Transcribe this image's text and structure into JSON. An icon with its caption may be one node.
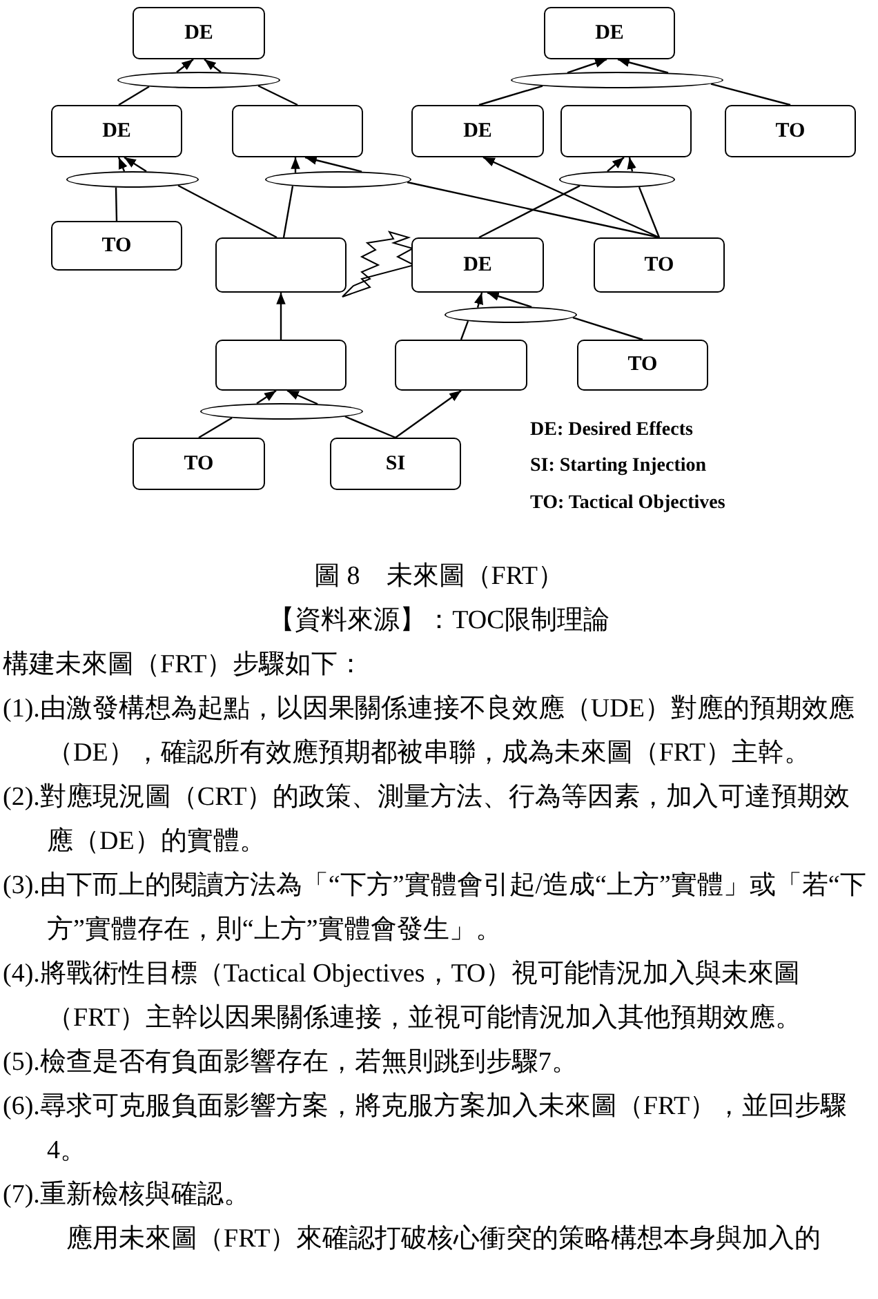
{
  "diagram": {
    "caption": "圖 8　未來圖（FRT）",
    "nodes": [
      {
        "text": [
          "DE"
        ]
      },
      {
        "text": [
          "DE"
        ]
      },
      {
        "text": [],
        "shape": "ellipse"
      },
      {
        "text": [],
        "shape": "ellipse"
      },
      {
        "text": [
          "DE"
        ]
      },
      {
        "text": [],
        "shape": "box"
      },
      {
        "text": [
          "DE"
        ]
      },
      {
        "text": [],
        "shape": "box"
      },
      {
        "text": [
          "TO"
        ]
      },
      {
        "text": [],
        "shape": "ellipse"
      },
      {
        "text": [],
        "shape": "ellipse"
      },
      {
        "text": [],
        "shape": "ellipse"
      },
      {
        "text": [
          "TO"
        ]
      },
      {
        "text": [],
        "shape": "box"
      },
      {
        "text": [
          "DE"
        ]
      },
      {
        "text": [
          "TO"
        ]
      },
      {
        "text": [],
        "shape": "ellipse"
      },
      {
        "text": [],
        "shape": "box"
      },
      {
        "text": [],
        "shape": "box"
      },
      {
        "text": [
          "TO"
        ]
      },
      {
        "text": [],
        "shape": "ellipse"
      },
      {
        "text": [
          "TO"
        ]
      },
      {
        "text": [
          "SI"
        ]
      }
    ],
    "edges": [
      {
        "from": 4,
        "to": 2,
        "arrow": "none"
      },
      {
        "from": 5,
        "to": 2,
        "arrow": "none"
      },
      {
        "from": 2,
        "to": 0,
        "arrow": "to"
      },
      {
        "from": 2,
        "to": 0,
        "arrow": "to"
      },
      {
        "from": 6,
        "to": 3,
        "arrow": "none"
      },
      {
        "from": 8,
        "to": 3,
        "arrow": "none"
      },
      {
        "from": 3,
        "to": 1,
        "arrow": "to"
      },
      {
        "from": 3,
        "to": 1,
        "arrow": "to"
      },
      {
        "from": 12,
        "to": 9,
        "arrow": "none"
      },
      {
        "from": 13,
        "to": 9,
        "arrow": "none"
      },
      {
        "from": 9,
        "to": 4,
        "arrow": "to"
      },
      {
        "from": 9,
        "to": 4,
        "arrow": "to"
      },
      {
        "from": 13,
        "to": 10,
        "arrow": "none"
      },
      {
        "from": 15,
        "to": 10,
        "arrow": "none"
      },
      {
        "from": 10,
        "to": 5,
        "arrow": "to"
      },
      {
        "from": 10,
        "to": 5,
        "arrow": "to"
      },
      {
        "from": 15,
        "to": 6,
        "arrow": "to"
      },
      {
        "from": 14,
        "to": 11,
        "arrow": "none"
      },
      {
        "from": 15,
        "to": 11,
        "arrow": "none"
      },
      {
        "from": 11,
        "to": 7,
        "arrow": "to"
      },
      {
        "from": 11,
        "to": 7,
        "arrow": "to"
      },
      {
        "from": 17,
        "to": 13,
        "arrow": "to"
      },
      {
        "from": 18,
        "to": 16,
        "arrow": "none"
      },
      {
        "from": 19,
        "to": 16,
        "arrow": "none"
      },
      {
        "from": 16,
        "to": 14,
        "arrow": "to"
      },
      {
        "from": 16,
        "to": 14,
        "arrow": "to"
      },
      {
        "from": 21,
        "to": 20,
        "arrow": "none"
      },
      {
        "from": 22,
        "to": 20,
        "arrow": "none"
      },
      {
        "from": 20,
        "to": 17,
        "arrow": "to"
      },
      {
        "from": 20,
        "to": 17,
        "arrow": "to"
      },
      {
        "from": 22,
        "to": 18,
        "arrow": "to"
      }
    ],
    "labels": [
      "DE: Desired Effects",
      "SI: Starting Injection",
      "TO: Tactical Objectives",
      "【資料來源】：TOC限制理論",
      "構建未來圖（FRT）步驟如下：",
      "(1).由激發構想為起點，以因果關係連接不良效應（UDE）對應的預期效應（DE），確認所有效應預期都被串聯，成為未來圖（FRT）主幹。",
      "(2).對應現況圖（CRT）的政策、測量方法、行為等因素，加入可達預期效應（DE）的實體。",
      "(3).由下而上的閱讀方法為「“下方”實體會引起/造成“上方”實體」或「若“下方”實體存在，則“上方”實體會發生」。",
      "(4).將戰術性目標（Tactical Objectives，TO）視可能情況加入與未來圖（FRT）主幹以因果關係連接，並視可能情況加入其他預期效應。",
      "(5).檢查是否有負面影響存在，若無則跳到步驟7。",
      "(6).尋求可克服負面影響方案，將克服方案加入未來圖（FRT），並回步驟4。",
      "(7).重新檢核與確認。",
      "應用未來圖（FRT）來確認打破核心衝突的策略構想本身與加入的"
    ]
  }
}
